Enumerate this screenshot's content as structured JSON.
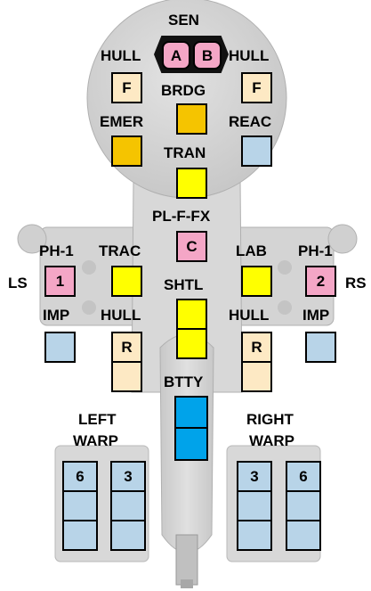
{
  "labels": {
    "sen": "SEN",
    "hull_top_left": "HULL",
    "hull_top_right": "HULL",
    "brdg": "BRDG",
    "emer": "EMER",
    "reac": "REAC",
    "tran": "TRAN",
    "pl_f_fx": "PL-F-FX",
    "ph1_left": "PH-1",
    "trac": "TRAC",
    "lab": "LAB",
    "ph1_right": "PH-1",
    "ls": "LS",
    "rs": "RS",
    "shtl": "SHTL",
    "imp_left": "IMP",
    "hull_mid_left": "HULL",
    "hull_mid_right": "HULL",
    "imp_right": "IMP",
    "btty": "BTTY",
    "left_warp_1": "LEFT",
    "left_warp_2": "WARP",
    "right_warp_1": "RIGHT",
    "right_warp_2": "WARP"
  },
  "boxes": {
    "sensor_a": "A",
    "sensor_b": "B",
    "hull_top_left": "F",
    "hull_top_right": "F",
    "computer_c": "C",
    "phaser_left": "1",
    "phaser_right": "2",
    "hull_mid_left": "R",
    "hull_mid_right": "R",
    "warp_left_outer": "6",
    "warp_left_inner": "3",
    "warp_right_inner": "3",
    "warp_right_outer": "6"
  },
  "colors": {
    "yellow": "#ffff00",
    "gold": "#f5c400",
    "pink": "#f4a6c6",
    "blue": "#b8d4e8",
    "cream": "#fde9c4",
    "cyan": "#00a3ea",
    "hull_gray": "#d4d4d4"
  }
}
